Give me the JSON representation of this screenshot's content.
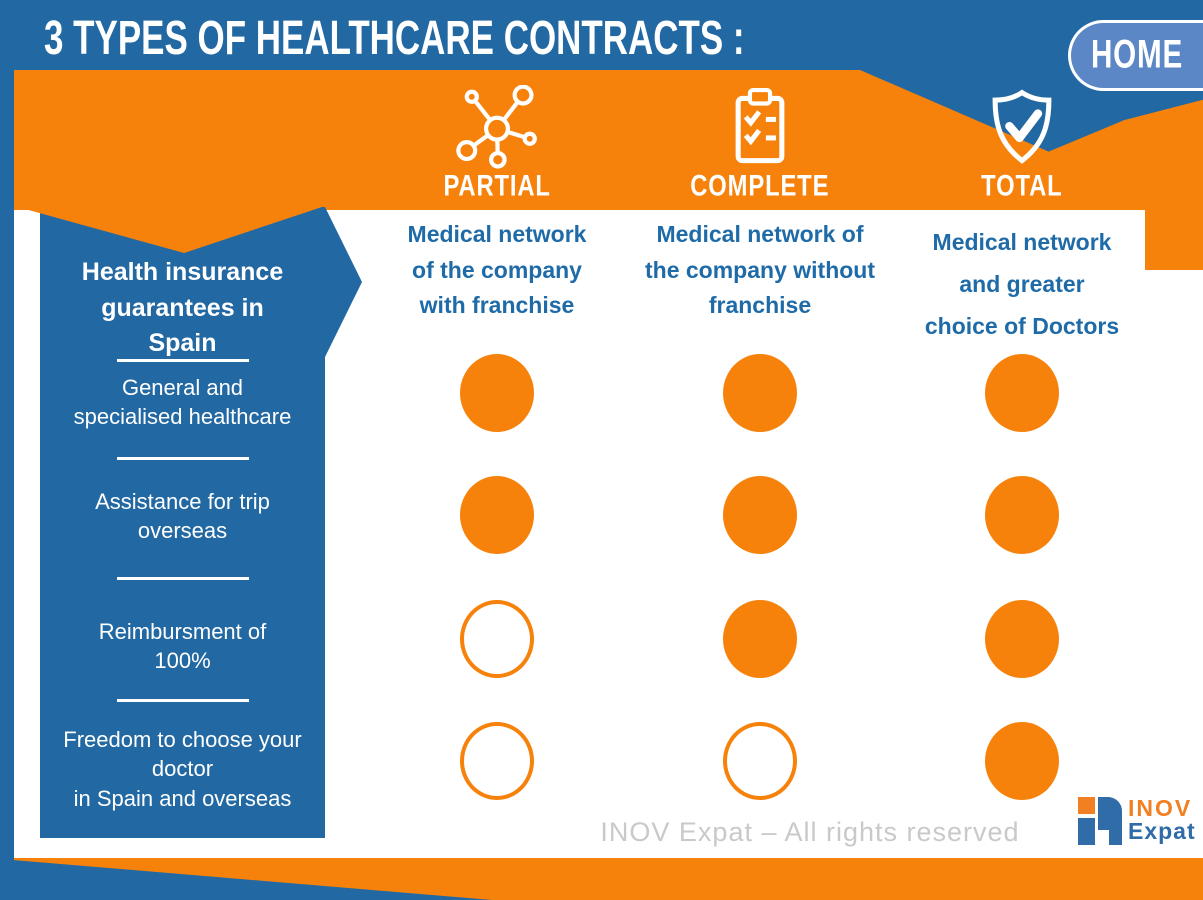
{
  "page": {
    "title": "3 TYPES OF HEALTHCARE CONTRACTS :",
    "home_button_label": "HOME"
  },
  "columns": [
    {
      "label": "PARTIAL",
      "icon": "network-icon",
      "description": "Medical network\nof the company\nwith franchise"
    },
    {
      "label": "COMPLETE",
      "icon": "checklist-icon",
      "description": "Medical network of\nthe company without\nfranchise"
    },
    {
      "label": "TOTAL",
      "icon": "shield-check-icon",
      "description": "Medical network\nand greater\nchoice of Doctors"
    }
  ],
  "sidebar": {
    "title": "Health insurance\nguarantees in\nSpain",
    "rows": [
      "General and\nspecialised healthcare",
      "Assistance for trip\noverseas",
      "Reimbursment of\n100%",
      "Freedom to choose your\ndoctor\nin Spain and overseas"
    ]
  },
  "matrix": {
    "rows": [
      [
        "filled",
        "filled",
        "filled"
      ],
      [
        "filled",
        "filled",
        "filled"
      ],
      [
        "outline",
        "filled",
        "filled"
      ],
      [
        "outline",
        "outline",
        "filled"
      ]
    ]
  },
  "footer": {
    "copyright": "INOV Expat – All rights reserved",
    "logo_line1": "INOV",
    "logo_line2": "Expat"
  },
  "colors": {
    "blue": "#2268A2",
    "orange": "#F6820C",
    "home_button_blue": "#5B87C6",
    "description_text_blue": "#1E6BA8",
    "copyright_gray": "#C9C9C9",
    "logo_orange": "#F08021",
    "logo_blue": "#2F6CA8"
  }
}
